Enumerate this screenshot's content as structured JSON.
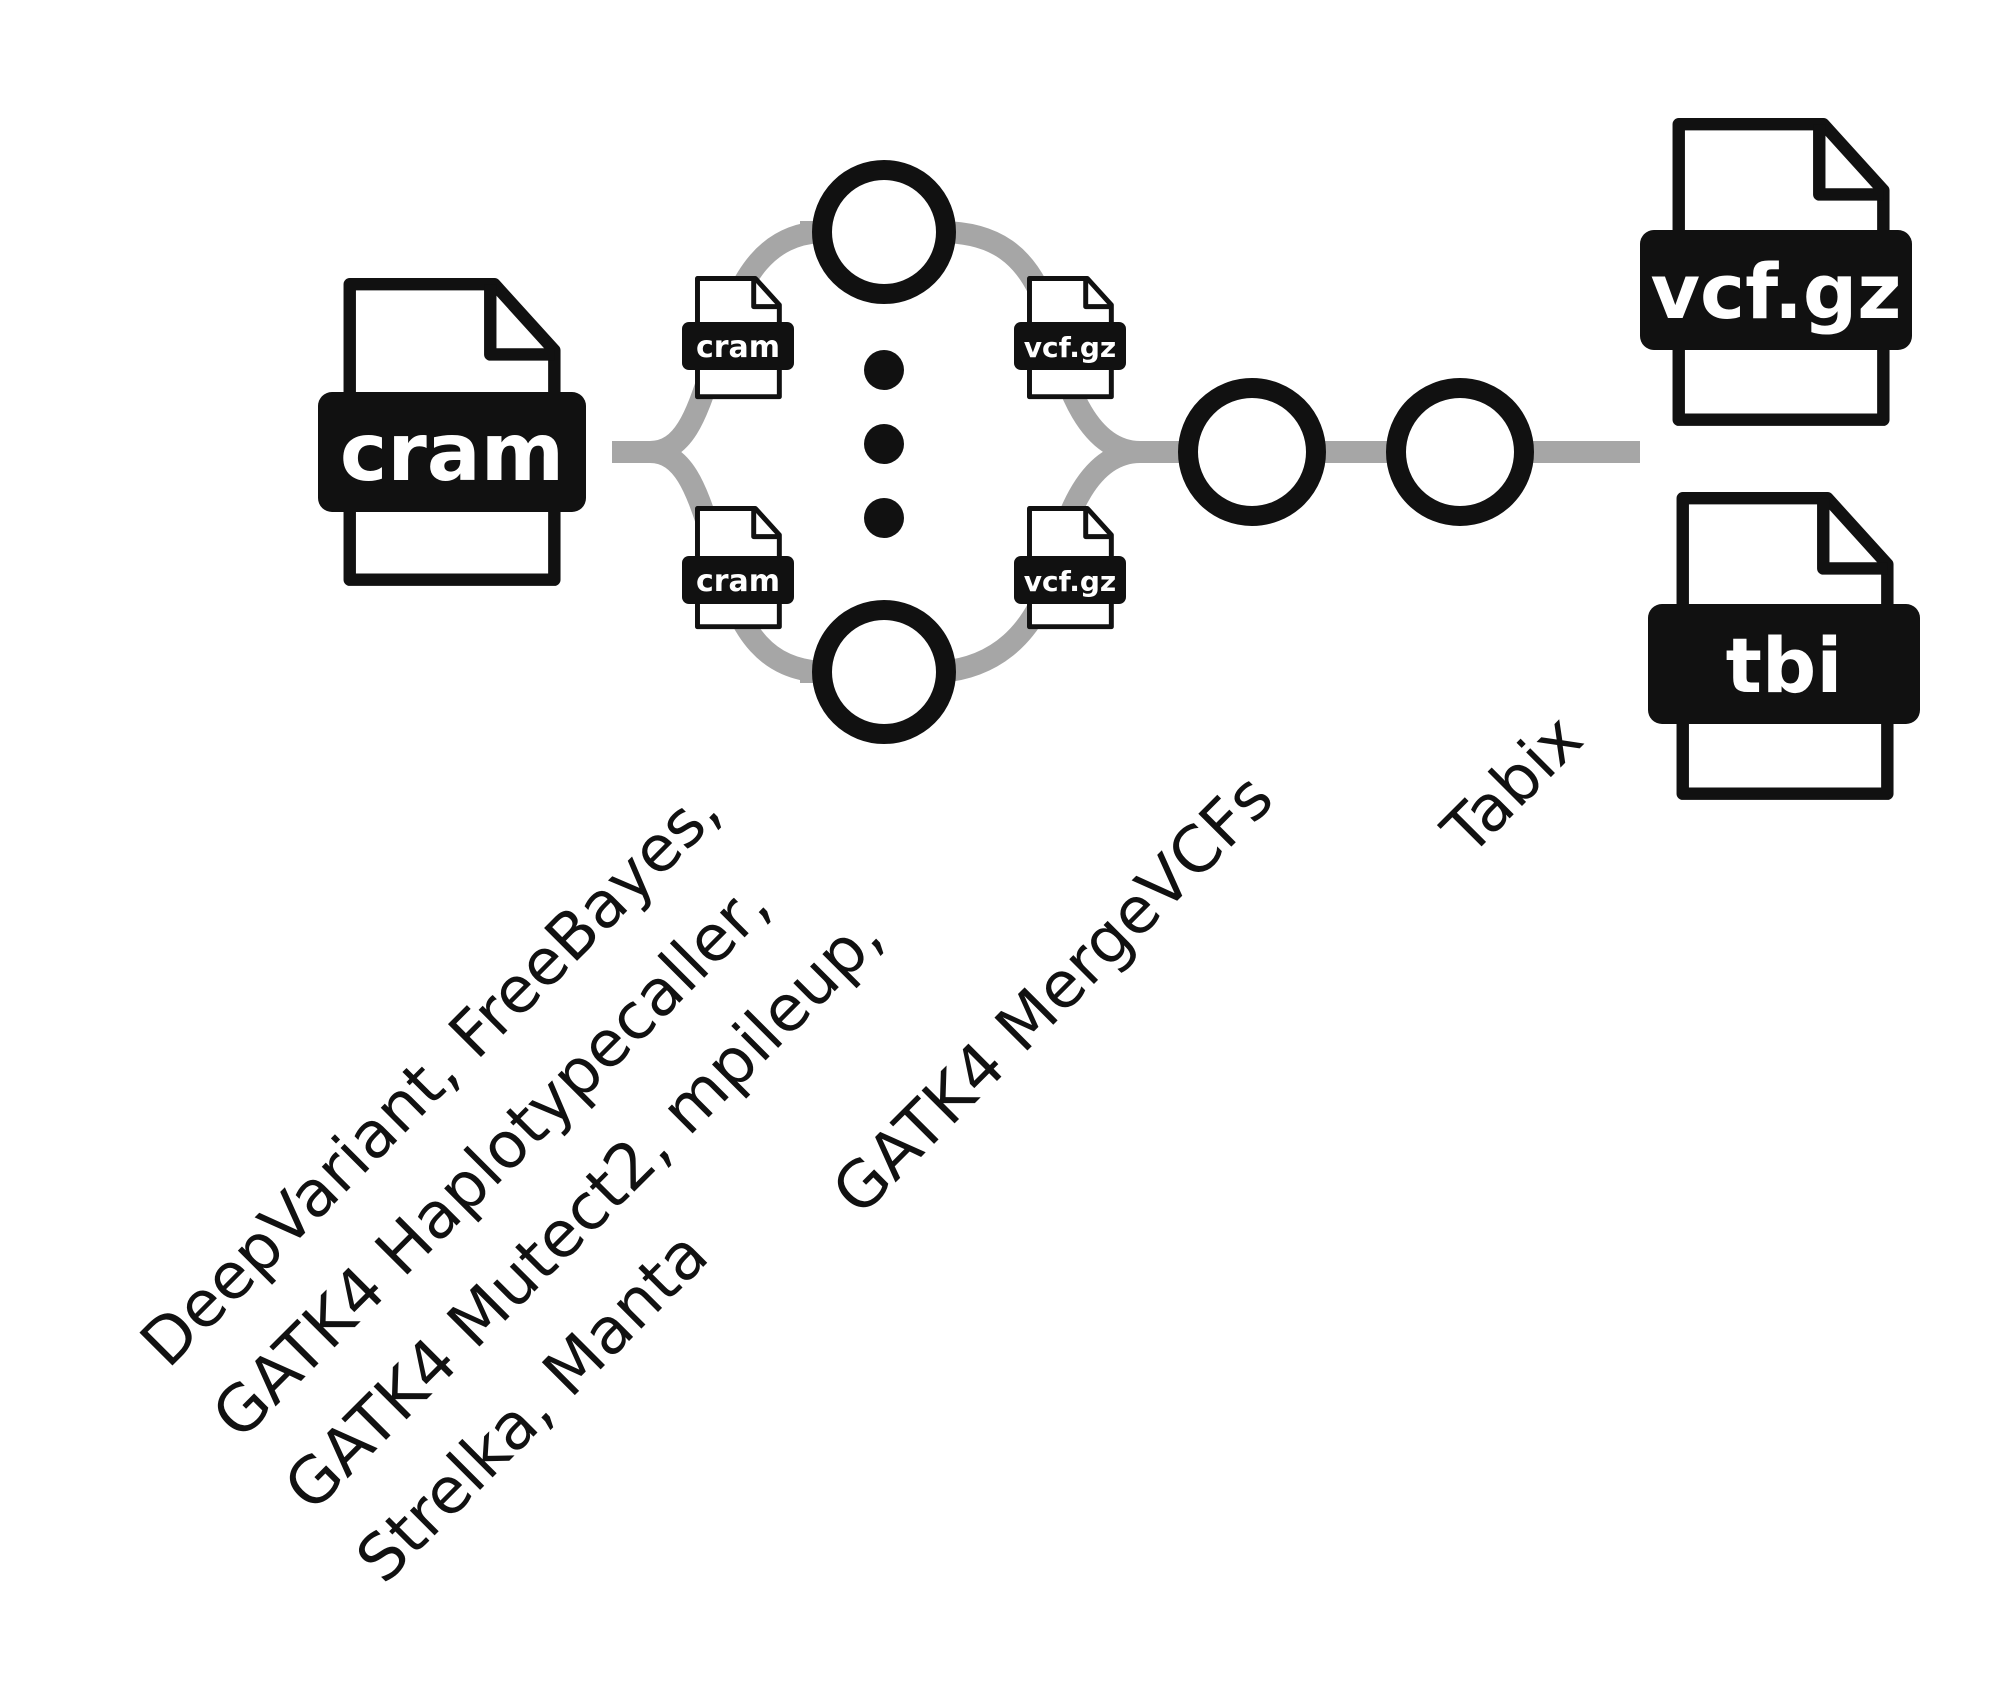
{
  "files": {
    "input": "cram",
    "split_in_top": "cram",
    "split_in_bottom": "cram",
    "split_out_top": "vcf.gz",
    "split_out_bottom": "vcf.gz",
    "output_vcf": "vcf.gz",
    "output_index": "tbi"
  },
  "tools": {
    "variant_callers": [
      "DeepVariant, FreeBayes,",
      "GATK4 Haplotypecaller,",
      "GATK4 Mutect2, mpileup,",
      "Strelka, Manta"
    ],
    "merge": "GATK4 MergeVCFs",
    "index": "Tabix"
  },
  "colors": {
    "ink": "#111111",
    "connector": "#a6a6a6",
    "background": "#ffffff"
  }
}
